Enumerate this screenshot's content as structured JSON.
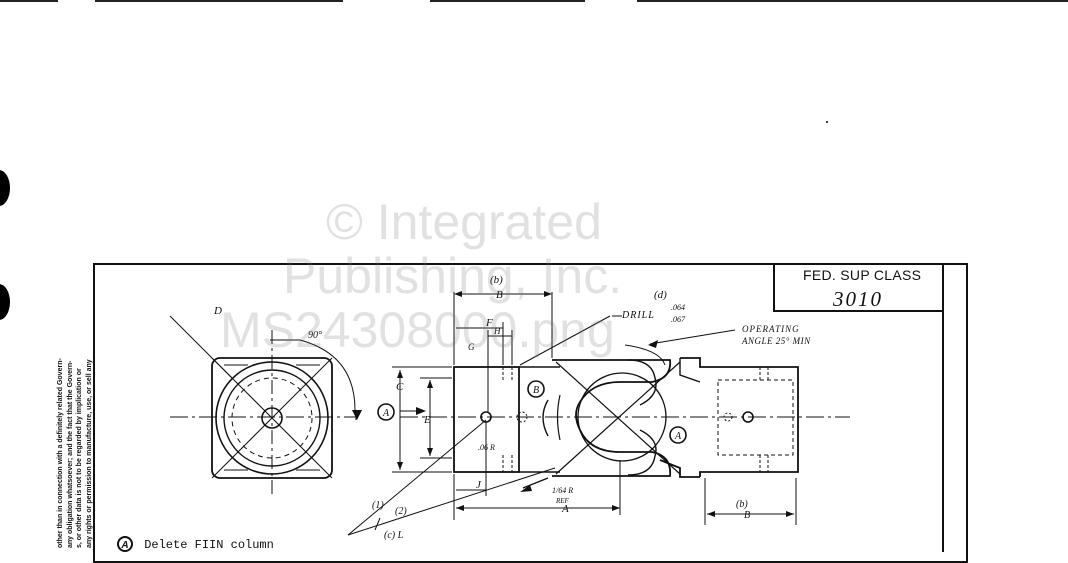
{
  "side_notice": [
    "other than in connection with a definitely related Govern-",
    "any obligation whatsoever; and the fact that the Govern-",
    "s, or other data is not to be regarded by implication or",
    "any rights or permission to manufacture, use, or sell any"
  ],
  "title_block": {
    "label": "FED. SUP CLASS",
    "number": "3010"
  },
  "watermark": {
    "line1": "© Integrated",
    "line2": "Publishing, Inc.",
    "line3": "MS24308000.png"
  },
  "callouts": {
    "drill_ref": "(d)",
    "drill": "DRILL",
    "drill_upper": ".064",
    "drill_lower": ".067",
    "operating_line1": "OPERATING",
    "operating_line2": "ANGLE 25° MIN",
    "ref_b_top": "(b)",
    "dim_b_top": "B",
    "dim_f": "F",
    "dim_g": "G",
    "dim_h": "H",
    "dim_c": "C",
    "dim_e": "E",
    "dim_j": "J",
    "dim_a": "A",
    "dim_d": "D",
    "angle_90": "90°",
    "ref_1": "(1)",
    "ref_2": "(2)",
    "ref_c_l": "(c) L",
    "ref_b_bottom": "(b)",
    "dim_b_bottom": "B",
    "pin_fraction": "1/64 R",
    "pin_note": "REF",
    "hole_note": ".06 R",
    "marker_a": "A",
    "marker_b": "B"
  },
  "note": {
    "marker": "A",
    "text": "Delete FIIN column"
  }
}
